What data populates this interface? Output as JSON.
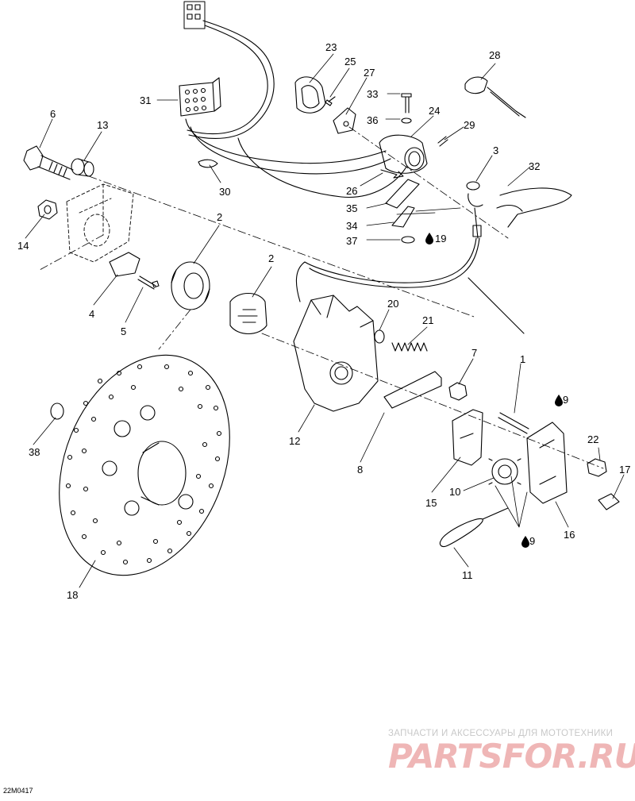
{
  "drawing_code": "22M0417",
  "watermark": {
    "line1": "ЗАПЧАСТИ И АКСЕССУАРЫ ДЛЯ МОТОТЕХНИКИ",
    "line2": "PARTSFOR.RU"
  },
  "lube_symbol": "oil-drop-icon",
  "callouts": {
    "p1": "1",
    "p2a": "2",
    "p2b": "2",
    "p3": "3",
    "p4": "4",
    "p5": "5",
    "p6": "6",
    "p7": "7",
    "p8": "8",
    "p9a": "9",
    "p9b": "9",
    "p10": "10",
    "p11": "11",
    "p12": "12",
    "p13": "13",
    "p14": "14",
    "p15": "15",
    "p16": "16",
    "p17": "17",
    "p18": "18",
    "p19": "19",
    "p20": "20",
    "p21": "21",
    "p22": "22",
    "p23": "23",
    "p24": "24",
    "p25": "25",
    "p26": "26",
    "p27": "27",
    "p28": "28",
    "p29": "29",
    "p30": "30",
    "p31": "31",
    "p32": "32",
    "p33": "33",
    "p34": "34",
    "p35": "35",
    "p36": "36",
    "p37": "37",
    "p38": "38"
  }
}
